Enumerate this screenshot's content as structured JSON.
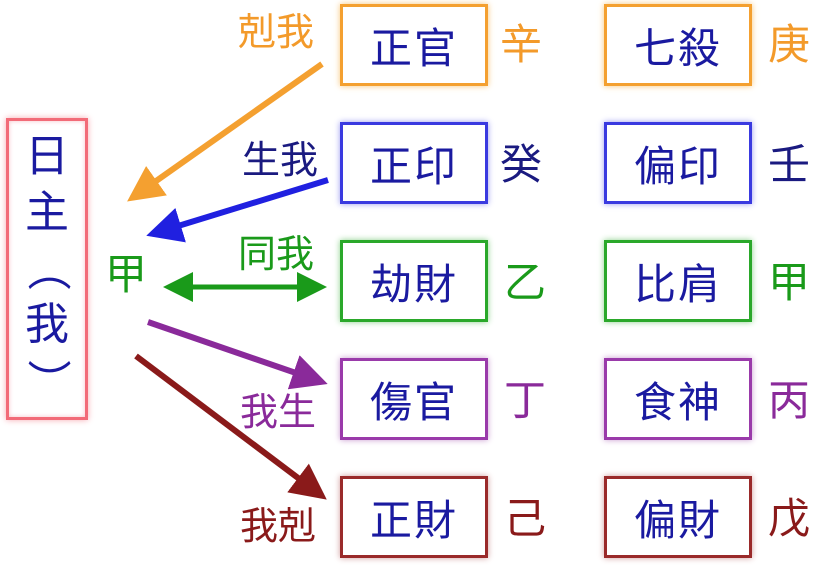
{
  "day_master": {
    "line1": "日",
    "line2": "主",
    "paren_open": "（",
    "line3": "我",
    "paren_close": "）",
    "stem": "甲"
  },
  "relations": [
    {
      "label": "剋我",
      "color": "#f39a2a",
      "box": "正官",
      "stem": "辛",
      "box2": "七殺",
      "stem2": "庚"
    },
    {
      "label": "生我",
      "color": "#1a1a80",
      "box": "正印",
      "stem": "癸",
      "box2": "偏印",
      "stem2": "壬"
    },
    {
      "label": "同我",
      "color": "#1a9a1a",
      "box": "劫財",
      "stem": "乙",
      "box2": "比肩",
      "stem2": "甲"
    },
    {
      "label": "我生",
      "color": "#8a2a9a",
      "box": "傷官",
      "stem": "丁",
      "box2": "食神",
      "stem2": "丙"
    },
    {
      "label": "我剋",
      "color": "#8a1a1a",
      "box": "正財",
      "stem": "己",
      "box2": "偏財",
      "stem2": "戊"
    }
  ],
  "colors": {
    "orange": "#f4a030",
    "blue": "#2020e0",
    "green": "#1a9a1a",
    "purple": "#8a2a9a",
    "darkred": "#8a1a1a"
  }
}
